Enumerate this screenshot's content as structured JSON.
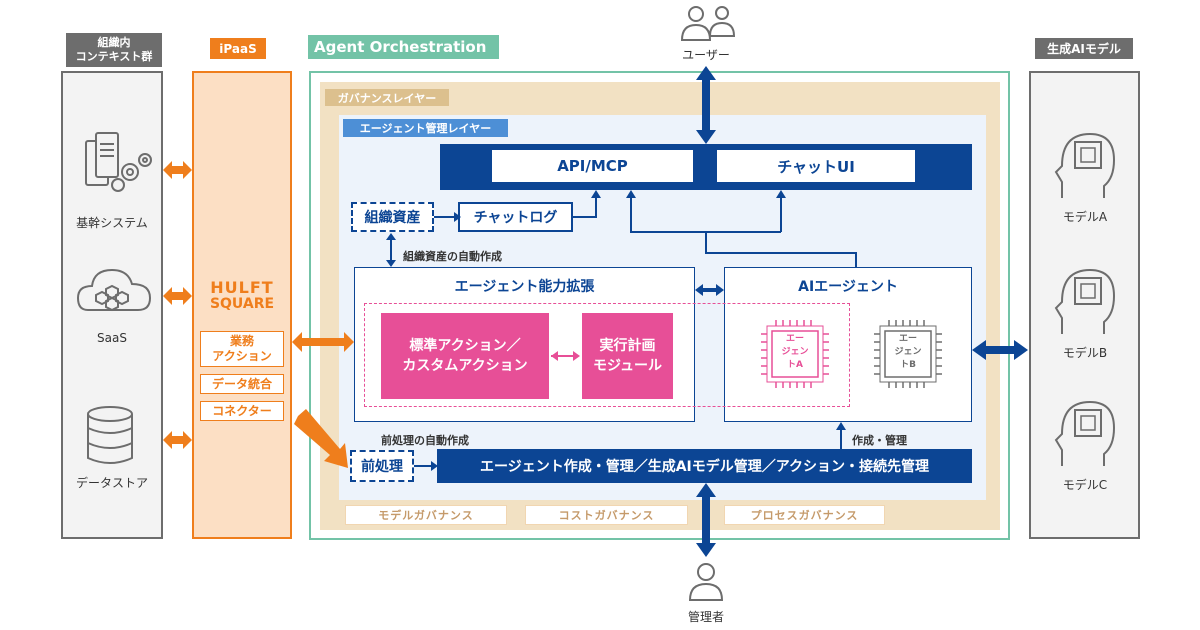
{
  "left_group": {
    "header": "組織内\nコンテキスト群",
    "items": [
      "基幹システム",
      "SaaS",
      "データストア"
    ]
  },
  "ipaas": {
    "header": "iPaaS",
    "logo_line1": "HULFT",
    "logo_line2": "SQUARE",
    "items": [
      "業務\nアクション",
      "データ統合",
      "コネクター"
    ]
  },
  "orchestration": {
    "header": "Agent Orchestration",
    "governance_layer": "ガバナンスレイヤー",
    "agent_mgmt_layer": "エージェント管理レイヤー",
    "api_mcp": "API/MCP",
    "chat_ui": "チャットUI",
    "org_assets": "組織資産",
    "chat_log": "チャットログ",
    "org_assets_auto": "組織資産の自動作成",
    "capability": "エージェント能力拡張",
    "ai_agent": "AIエージェント",
    "std_action": "標準アクション／\nカスタムアクション",
    "exec_plan": "実行計画\nモジュール",
    "agent_a": "エー\nジェン\nトA",
    "agent_b": "エー\nジェン\nトB",
    "preprocess_auto": "前処理の自動作成",
    "create_manage": "作成・管理",
    "preprocess": "前処理",
    "mgmt_bar": "エージェント作成・管理／生成AIモデル管理／アクション・接続先管理",
    "governance_tags": [
      "モデルガバナンス",
      "コストガバナンス",
      "プロセスガバナンス"
    ]
  },
  "users_label": "ユーザー",
  "admin_label": "管理者",
  "models": {
    "header": "生成AIモデル",
    "items": [
      "モデルA",
      "モデルB",
      "モデルC"
    ]
  },
  "colors": {
    "orange": "#ef7e1c",
    "navy": "#0c4594",
    "teal": "#73c3a7",
    "pink": "#e74f97",
    "gray": "#6d6d6d"
  }
}
